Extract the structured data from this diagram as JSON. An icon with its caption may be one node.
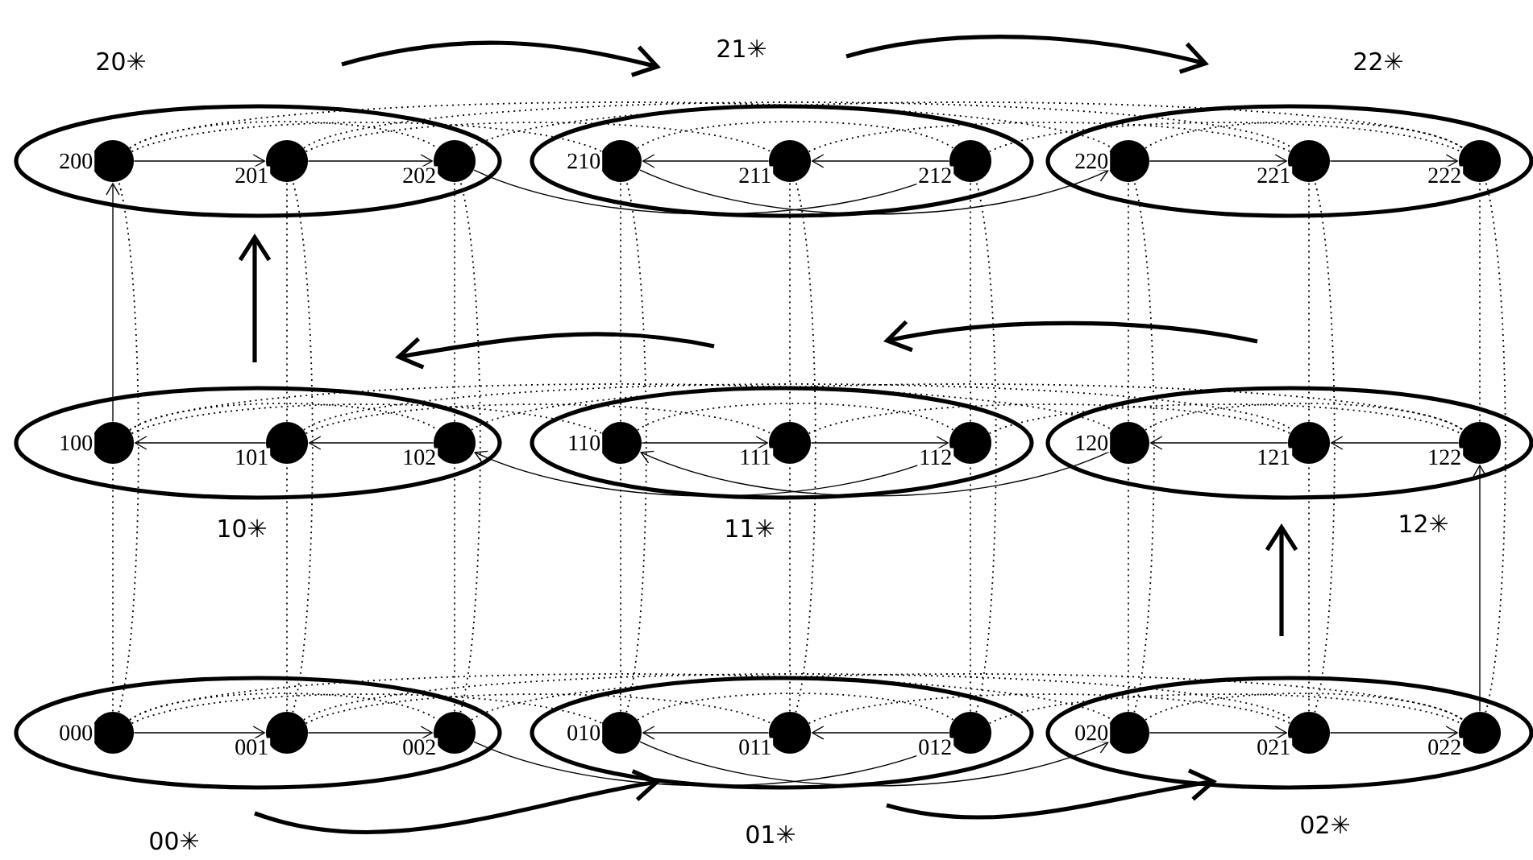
{
  "diagram": {
    "nodes": [
      {
        "text": [],
        "shape": "ellipse",
        "beside": [
          "20✳"
        ]
      },
      {
        "text": [],
        "shape": "circle",
        "in": 0,
        "beside": [
          "200"
        ]
      },
      {
        "text": [],
        "shape": "circle",
        "in": 0,
        "beside": [
          "201"
        ]
      },
      {
        "text": [],
        "shape": "circle",
        "in": 0,
        "beside": [
          "202"
        ]
      },
      {
        "text": [],
        "shape": "ellipse",
        "beside": [
          "21✳"
        ]
      },
      {
        "text": [],
        "shape": "circle",
        "in": 4,
        "beside": [
          "210"
        ]
      },
      {
        "text": [],
        "shape": "circle",
        "in": 4,
        "beside": [
          "211"
        ]
      },
      {
        "text": [],
        "shape": "circle",
        "in": 4,
        "beside": [
          "212"
        ]
      },
      {
        "text": [],
        "shape": "ellipse",
        "beside": [
          "22✳"
        ]
      },
      {
        "text": [],
        "shape": "circle",
        "in": 8,
        "beside": [
          "220"
        ]
      },
      {
        "text": [],
        "shape": "circle",
        "in": 8,
        "beside": [
          "221"
        ]
      },
      {
        "text": [],
        "shape": "circle",
        "in": 8,
        "beside": [
          "222"
        ]
      },
      {
        "text": [],
        "shape": "ellipse",
        "beside": [
          "10✳"
        ]
      },
      {
        "text": [],
        "shape": "circle",
        "in": 12,
        "beside": [
          "100"
        ]
      },
      {
        "text": [],
        "shape": "circle",
        "in": 12,
        "beside": [
          "101"
        ]
      },
      {
        "text": [],
        "shape": "circle",
        "in": 12,
        "beside": [
          "102"
        ]
      },
      {
        "text": [],
        "shape": "ellipse",
        "beside": [
          "11✳"
        ]
      },
      {
        "text": [],
        "shape": "circle",
        "in": 16,
        "beside": [
          "110"
        ]
      },
      {
        "text": [],
        "shape": "circle",
        "in": 16,
        "beside": [
          "111"
        ]
      },
      {
        "text": [],
        "shape": "circle",
        "in": 16,
        "beside": [
          "112"
        ]
      },
      {
        "text": [],
        "shape": "ellipse",
        "beside": [
          "12✳"
        ]
      },
      {
        "text": [],
        "shape": "circle",
        "in": 20,
        "beside": [
          "120"
        ]
      },
      {
        "text": [],
        "shape": "circle",
        "in": 20,
        "beside": [
          "121"
        ]
      },
      {
        "text": [],
        "shape": "circle",
        "in": 20,
        "beside": [
          "122"
        ]
      },
      {
        "text": [],
        "shape": "ellipse",
        "beside": [
          "00✳"
        ]
      },
      {
        "text": [],
        "shape": "circle",
        "in": 24,
        "beside": [
          "000"
        ]
      },
      {
        "text": [],
        "shape": "circle",
        "in": 24,
        "beside": [
          "001"
        ]
      },
      {
        "text": [],
        "shape": "circle",
        "in": 24,
        "beside": [
          "002"
        ]
      },
      {
        "text": [],
        "shape": "ellipse",
        "beside": [
          "01✳"
        ]
      },
      {
        "text": [],
        "shape": "circle",
        "in": 28,
        "beside": [
          "010"
        ]
      },
      {
        "text": [],
        "shape": "circle",
        "in": 28,
        "beside": [
          "011"
        ]
      },
      {
        "text": [],
        "shape": "circle",
        "in": 28,
        "beside": [
          "012"
        ]
      },
      {
        "text": [],
        "shape": "ellipse",
        "beside": [
          "02✳"
        ]
      },
      {
        "text": [],
        "shape": "circle",
        "in": 32,
        "beside": [
          "020"
        ]
      },
      {
        "text": [],
        "shape": "circle",
        "in": 32,
        "beside": [
          "021"
        ]
      },
      {
        "text": [],
        "shape": "circle",
        "in": 32,
        "beside": [
          "022"
        ]
      }
    ],
    "edges": [
      {
        "from": 25,
        "to": 26,
        "arrow": "to"
      },
      {
        "from": 26,
        "to": 27,
        "arrow": "to"
      },
      {
        "from": 27,
        "to": 31,
        "arrow": "to"
      },
      {
        "from": 31,
        "to": 30,
        "arrow": "to"
      },
      {
        "from": 30,
        "to": 29,
        "arrow": "to"
      },
      {
        "from": 29,
        "to": 33,
        "arrow": "to"
      },
      {
        "from": 33,
        "to": 34,
        "arrow": "to"
      },
      {
        "from": 34,
        "to": 35,
        "arrow": "to"
      },
      {
        "from": 35,
        "to": 23,
        "arrow": "to"
      },
      {
        "from": 23,
        "to": 22,
        "arrow": "to"
      },
      {
        "from": 22,
        "to": 21,
        "arrow": "to"
      },
      {
        "from": 21,
        "to": 17,
        "arrow": "to"
      },
      {
        "from": 17,
        "to": 18,
        "arrow": "to"
      },
      {
        "from": 18,
        "to": 19,
        "arrow": "to"
      },
      {
        "from": 19,
        "to": 15,
        "arrow": "to"
      },
      {
        "from": 15,
        "to": 14,
        "arrow": "to"
      },
      {
        "from": 14,
        "to": 13,
        "arrow": "to"
      },
      {
        "from": 13,
        "to": 1,
        "arrow": "to"
      },
      {
        "from": 1,
        "to": 2,
        "arrow": "to"
      },
      {
        "from": 2,
        "to": 3,
        "arrow": "to"
      },
      {
        "from": 3,
        "to": 7,
        "arrow": "to"
      },
      {
        "from": 7,
        "to": 6,
        "arrow": "to"
      },
      {
        "from": 6,
        "to": 5,
        "arrow": "to"
      },
      {
        "from": 5,
        "to": 9,
        "arrow": "to"
      },
      {
        "from": 9,
        "to": 10,
        "arrow": "to"
      },
      {
        "from": 10,
        "to": 11,
        "arrow": "to"
      },
      {
        "from": 0,
        "to": 4,
        "arrow": "to",
        "style": "thick"
      },
      {
        "from": 4,
        "to": 8,
        "arrow": "to",
        "style": "thick"
      },
      {
        "from": 20,
        "to": 16,
        "arrow": "to",
        "style": "thick"
      },
      {
        "from": 16,
        "to": 12,
        "arrow": "to",
        "style": "thick"
      },
      {
        "from": 12,
        "to": 0,
        "arrow": "to",
        "style": "thick"
      },
      {
        "from": 24,
        "to": 28,
        "arrow": "to",
        "style": "thick"
      },
      {
        "from": 28,
        "to": 32,
        "arrow": "to",
        "style": "thick"
      },
      {
        "from": 32,
        "to": 20,
        "arrow": "to",
        "style": "thick"
      },
      {
        "from": 1,
        "to": 3,
        "arrow": "none",
        "style": "dashed"
      },
      {
        "from": 5,
        "to": 7,
        "arrow": "none",
        "style": "dashed"
      },
      {
        "from": 9,
        "to": 11,
        "arrow": "none",
        "style": "dashed"
      },
      {
        "from": 13,
        "to": 15,
        "arrow": "none",
        "style": "dashed"
      },
      {
        "from": 17,
        "to": 19,
        "arrow": "none",
        "style": "dashed"
      },
      {
        "from": 21,
        "to": 23,
        "arrow": "none",
        "style": "dashed"
      },
      {
        "from": 25,
        "to": 27,
        "arrow": "none",
        "style": "dashed"
      },
      {
        "from": 29,
        "to": 31,
        "arrow": "none",
        "style": "dashed"
      },
      {
        "from": 33,
        "to": 35,
        "arrow": "none",
        "style": "dashed"
      },
      {
        "from": 1,
        "to": 5,
        "arrow": "none",
        "style": "dashed"
      },
      {
        "from": 1,
        "to": 9,
        "arrow": "none",
        "style": "dashed"
      },
      {
        "from": 2,
        "to": 6,
        "arrow": "none",
        "style": "dashed"
      },
      {
        "from": 6,
        "to": 10,
        "arrow": "none",
        "style": "dashed"
      },
      {
        "from": 2,
        "to": 10,
        "arrow": "none",
        "style": "dashed"
      },
      {
        "from": 7,
        "to": 11,
        "arrow": "none",
        "style": "dashed"
      },
      {
        "from": 3,
        "to": 11,
        "arrow": "none",
        "style": "dashed"
      },
      {
        "from": 13,
        "to": 17,
        "arrow": "none",
        "style": "dashed"
      },
      {
        "from": 13,
        "to": 21,
        "arrow": "none",
        "style": "dashed"
      },
      {
        "from": 14,
        "to": 18,
        "arrow": "none",
        "style": "dashed"
      },
      {
        "from": 18,
        "to": 22,
        "arrow": "none",
        "style": "dashed"
      },
      {
        "from": 14,
        "to": 22,
        "arrow": "none",
        "style": "dashed"
      },
      {
        "from": 19,
        "to": 23,
        "arrow": "none",
        "style": "dashed"
      },
      {
        "from": 15,
        "to": 23,
        "arrow": "none",
        "style": "dashed"
      },
      {
        "from": 25,
        "to": 29,
        "arrow": "none",
        "style": "dashed"
      },
      {
        "from": 25,
        "to": 33,
        "arrow": "none",
        "style": "dashed"
      },
      {
        "from": 26,
        "to": 30,
        "arrow": "none",
        "style": "dashed"
      },
      {
        "from": 30,
        "to": 34,
        "arrow": "none",
        "style": "dashed"
      },
      {
        "from": 26,
        "to": 34,
        "arrow": "none",
        "style": "dashed"
      },
      {
        "from": 31,
        "to": 35,
        "arrow": "none",
        "style": "dashed"
      },
      {
        "from": 27,
        "to": 35,
        "arrow": "none",
        "style": "dashed"
      },
      {
        "from": 25,
        "to": 13,
        "arrow": "none",
        "style": "dashed"
      },
      {
        "from": 25,
        "to": 1,
        "arrow": "none",
        "style": "dashed"
      },
      {
        "from": 26,
        "to": 14,
        "arrow": "none",
        "style": "dashed"
      },
      {
        "from": 14,
        "to": 2,
        "arrow": "none",
        "style": "dashed"
      },
      {
        "from": 26,
        "to": 2,
        "arrow": "none",
        "style": "dashed"
      },
      {
        "from": 27,
        "to": 15,
        "arrow": "none",
        "style": "dashed"
      },
      {
        "from": 15,
        "to": 3,
        "arrow": "none",
        "style": "dashed"
      },
      {
        "from": 27,
        "to": 3,
        "arrow": "none",
        "style": "dashed"
      },
      {
        "from": 29,
        "to": 17,
        "arrow": "none",
        "style": "dashed"
      },
      {
        "from": 17,
        "to": 5,
        "arrow": "none",
        "style": "dashed"
      },
      {
        "from": 29,
        "to": 5,
        "arrow": "none",
        "style": "dashed"
      },
      {
        "from": 30,
        "to": 18,
        "arrow": "none",
        "style": "dashed"
      },
      {
        "from": 18,
        "to": 6,
        "arrow": "none",
        "style": "dashed"
      },
      {
        "from": 30,
        "to": 6,
        "arrow": "none",
        "style": "dashed"
      },
      {
        "from": 31,
        "to": 19,
        "arrow": "none",
        "style": "dashed"
      },
      {
        "from": 19,
        "to": 7,
        "arrow": "none",
        "style": "dashed"
      },
      {
        "from": 31,
        "to": 7,
        "arrow": "none",
        "style": "dashed"
      },
      {
        "from": 33,
        "to": 21,
        "arrow": "none",
        "style": "dashed"
      },
      {
        "from": 21,
        "to": 9,
        "arrow": "none",
        "style": "dashed"
      },
      {
        "from": 33,
        "to": 9,
        "arrow": "none",
        "style": "dashed"
      },
      {
        "from": 34,
        "to": 22,
        "arrow": "none",
        "style": "dashed"
      },
      {
        "from": 22,
        "to": 10,
        "arrow": "none",
        "style": "dashed"
      },
      {
        "from": 34,
        "to": 10,
        "arrow": "none",
        "style": "dashed"
      },
      {
        "from": 23,
        "to": 11,
        "arrow": "none",
        "style": "dashed"
      },
      {
        "from": 35,
        "to": 11,
        "arrow": "none",
        "style": "dashed"
      }
    ]
  }
}
